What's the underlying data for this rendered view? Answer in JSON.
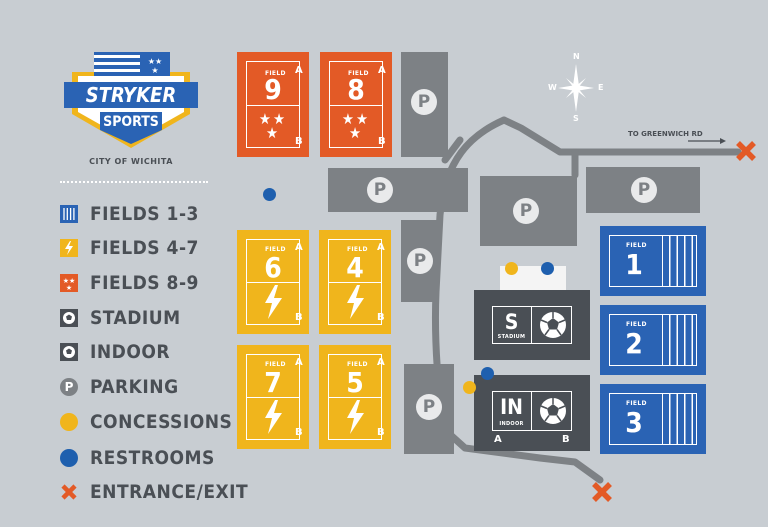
{
  "logo": {
    "brand_top": "STRYKER",
    "brand_bottom": "SPORTS",
    "city": "CITY OF WICHITA"
  },
  "legend": [
    {
      "icon": "blue-stripes-icon",
      "label": "FIELDS 1-3",
      "color": "#2a63b4"
    },
    {
      "icon": "yellow-lightning-icon",
      "label": "FIELDS 4-7",
      "color": "#f0b51c"
    },
    {
      "icon": "orange-stars-icon",
      "label": "FIELDS 8-9",
      "color": "#e35a26"
    },
    {
      "icon": "soccer-ball-icon",
      "label": "STADIUM",
      "color": "#4a4f55"
    },
    {
      "icon": "soccer-ball-icon",
      "label": "INDOOR",
      "color": "#4a4f55"
    },
    {
      "icon": "parking-icon",
      "label": "PARKING",
      "color": "#7d8185"
    },
    {
      "icon": "yellow-dot-icon",
      "label": "CONCESSIONS",
      "color": "#f0b51c"
    },
    {
      "icon": "blue-dot-icon",
      "label": "RESTROOMS",
      "color": "#1e5fae"
    },
    {
      "icon": "x-mark-icon",
      "label": "ENTRANCE/EXIT",
      "color": "#e35a26"
    }
  ],
  "compass": {
    "n": "N",
    "s": "S",
    "e": "E",
    "w": "W"
  },
  "road_label": "TO GREENWICH RD",
  "parking_symbol": "P",
  "field_word": "FIELD",
  "side_a": "A",
  "side_b": "B",
  "fields": {
    "f9": "9",
    "f8": "8",
    "f6": "6",
    "f4": "4",
    "f7": "7",
    "f5": "5",
    "f1": "1",
    "f2": "2",
    "f3": "3"
  },
  "stadium": {
    "letter": "S",
    "sub": "STADIUM"
  },
  "indoor": {
    "letter": "IN",
    "sub": "INDOOR",
    "side_a": "A",
    "side_b": "B"
  },
  "colors": {
    "background": "#c8cdd2",
    "parking": "#7d8185",
    "fields_1_3": "#2a63b4",
    "fields_4_7": "#f0b51c",
    "fields_8_9": "#e35a26",
    "buildings": "#4a4f55"
  }
}
